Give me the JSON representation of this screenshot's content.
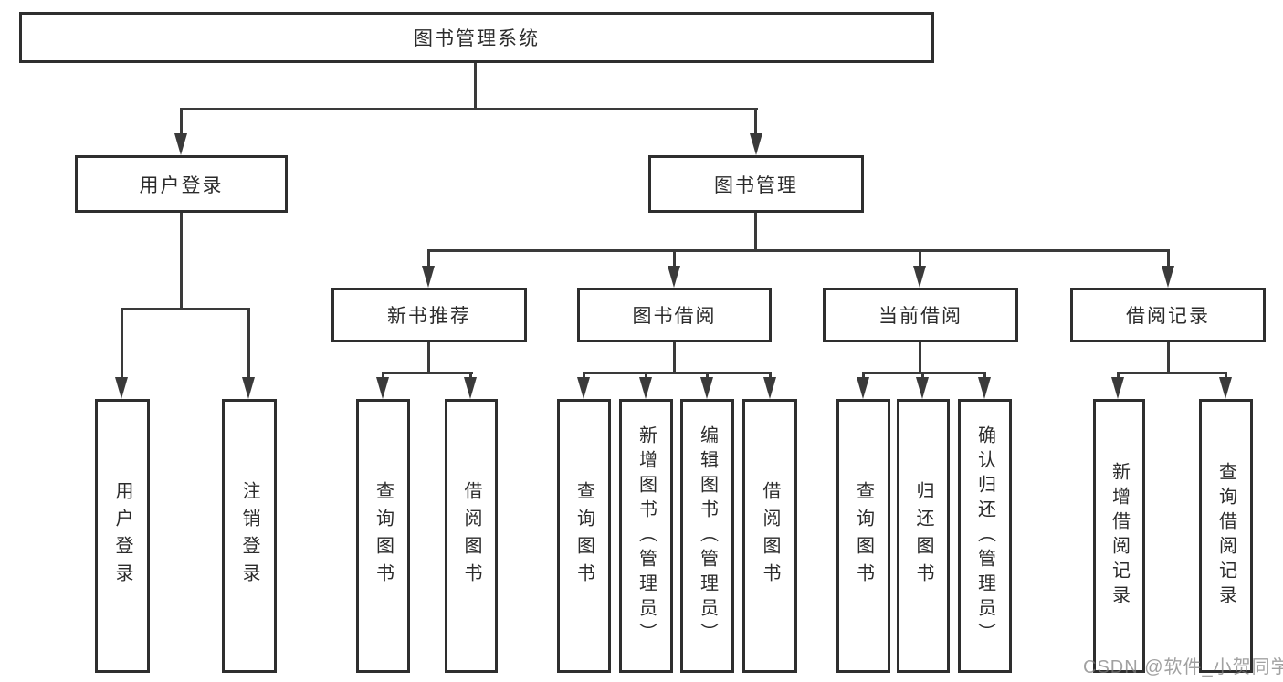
{
  "diagram": {
    "title": "图书管理系统",
    "watermark": "CSDN @软件_小贺同学",
    "colors": {
      "background": "#ffffff",
      "box_border": "#2e2e2e",
      "connector": "#3a3a3a",
      "text": "#2b2b2b",
      "watermark": "#7d7d7d"
    },
    "nodes": {
      "root": {
        "label": "图书管理系统"
      },
      "level2": {
        "user_login": {
          "label": "用户登录"
        },
        "book_management": {
          "label": "图书管理"
        }
      },
      "level3": {
        "new_book_recommend": {
          "label": "新书推荐"
        },
        "book_borrow": {
          "label": "图书借阅"
        },
        "current_borrow": {
          "label": "当前借阅"
        },
        "borrow_records": {
          "label": "借阅记录"
        }
      },
      "leaves": {
        "user_login_leaf": {
          "label": "用户登录",
          "parent": "用户登录"
        },
        "logout_leaf": {
          "label": "注销登录",
          "parent": "用户登录"
        },
        "nbr_query_books": {
          "label": "查询图书",
          "parent": "新书推荐"
        },
        "nbr_borrow_books": {
          "label": "借阅图书",
          "parent": "新书推荐"
        },
        "bb_query_books": {
          "label": "查询图书",
          "parent": "图书借阅"
        },
        "bb_add_books": {
          "label": "新增图书（管理员）",
          "parent": "图书借阅"
        },
        "bb_edit_books": {
          "label": "编辑图书（管理员）",
          "parent": "图书借阅"
        },
        "bb_borrow_books": {
          "label": "借阅图书",
          "parent": "图书借阅"
        },
        "cb_query_books": {
          "label": "查询图书",
          "parent": "当前借阅"
        },
        "cb_return_books": {
          "label": "归还图书",
          "parent": "当前借阅"
        },
        "cb_confirm_return": {
          "label": "确认归还（管理员）",
          "parent": "当前借阅"
        },
        "br_add_record": {
          "label": "新增借阅记录",
          "parent": "借阅记录"
        },
        "br_query_record": {
          "label": "查询借阅记录",
          "parent": "借阅记录"
        }
      }
    }
  }
}
